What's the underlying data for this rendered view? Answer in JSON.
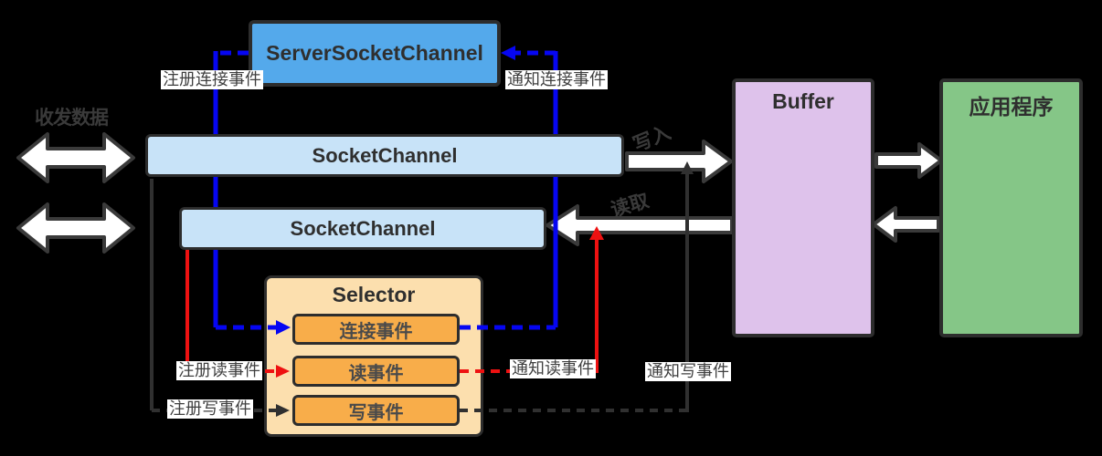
{
  "diagram": {
    "title_context": "NIO Selector / Channel / Buffer diagram",
    "left_label": "收发数据",
    "boxes": {
      "server_socket_channel": {
        "label": "ServerSocketChannel",
        "fill": "#54a9eb"
      },
      "socket_channel_1": {
        "label": "SocketChannel",
        "fill": "#c8e3f8"
      },
      "socket_channel_2": {
        "label": "SocketChannel",
        "fill": "#c8e3f8"
      },
      "buffer": {
        "label": "Buffer",
        "fill": "#dec2eb"
      },
      "application": {
        "label": "应用程序",
        "fill": "#85c687"
      },
      "selector": {
        "label": "Selector",
        "fill": "#fcdfae",
        "events": [
          {
            "label": "连接事件",
            "fill": "#f8ad4a"
          },
          {
            "label": "读事件",
            "fill": "#f8ad4a"
          },
          {
            "label": "写事件",
            "fill": "#f8ad4a"
          }
        ]
      }
    },
    "edge_labels": {
      "register_connect": "注册连接事件",
      "notify_connect": "通知连接事件",
      "register_read": "注册读事件",
      "register_write": "注册写事件",
      "notify_read": "通知读事件",
      "notify_write": "通知写事件",
      "write": "写入",
      "read": "读取"
    },
    "colors": {
      "connect_line": "#0606f2",
      "read_line": "#ee1111",
      "write_line": "#303030",
      "arrow_fill": "#ffffff",
      "arrow_outline": "#3a3a3a",
      "background": "#000000"
    }
  }
}
